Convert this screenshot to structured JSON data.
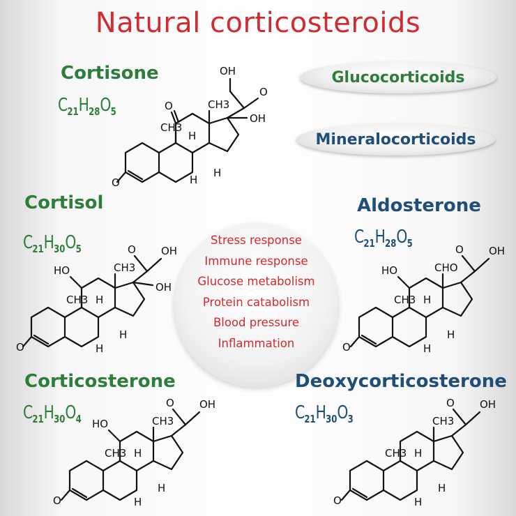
{
  "title": "Natural corticosteroids",
  "categories": {
    "glucocorticoids": "Glucocorticoids",
    "mineralocorticoids": "Mineralocorticoids"
  },
  "functions": [
    "Stress response",
    "Immune response",
    "Glucose metabolism",
    "Protein catabolism",
    "Blood pressure",
    "Inflammation"
  ],
  "compounds": [
    {
      "name": "Cortisone",
      "formula": {
        "c": "21",
        "h": "28",
        "o": "5"
      },
      "color": "#2e7d3a"
    },
    {
      "name": "Cortisol",
      "formula": {
        "c": "21",
        "h": "30",
        "o": "5"
      },
      "color": "#2e7d3a"
    },
    {
      "name": "Aldosterone",
      "formula": {
        "c": "21",
        "h": "28",
        "o": "5"
      },
      "color": "#1f4e79"
    },
    {
      "name": "Corticosterone",
      "formula": {
        "c": "21",
        "h": "30",
        "o": "4"
      },
      "color": "#2e7d3a"
    },
    {
      "name": "Deoxycorticosterone",
      "formula": {
        "c": "21",
        "h": "30",
        "o": "3"
      },
      "color": "#1f4e79"
    }
  ],
  "atoms": {
    "o": "O",
    "oh": "OH",
    "ho": "HO",
    "h": "H",
    "ch3": "CH3",
    "cho": "CHO"
  },
  "colors": {
    "title": "#d12a2f",
    "green": "#2e7d3a",
    "blue": "#1f4e79",
    "functions": "#d12a2f"
  }
}
